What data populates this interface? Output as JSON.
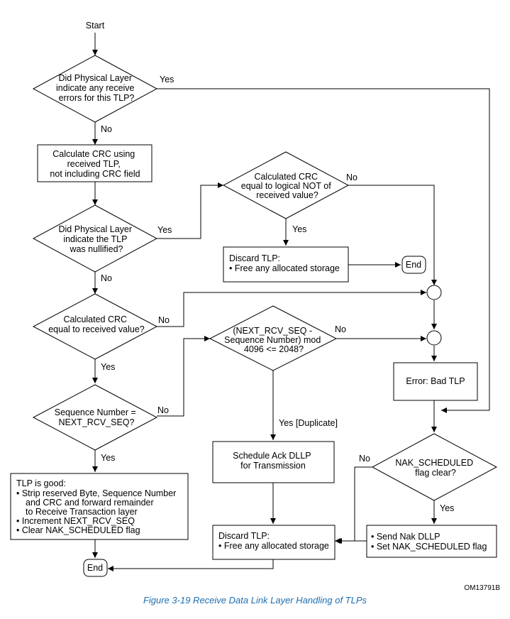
{
  "start_label": "Start",
  "d_phys_errors": [
    "Did Physical Layer",
    "indicate any receive",
    "errors for this TLP?"
  ],
  "calc_crc_box": [
    "Calculate CRC using",
    "received TLP,",
    "not including CRC field"
  ],
  "d_nullified": [
    "Did Physical Layer",
    "indicate the TLP",
    "was nullified?"
  ],
  "d_crc_not": [
    "Calculated CRC",
    "equal to logical NOT of",
    "received value?"
  ],
  "discard_box_top": [
    "Discard TLP:",
    "• Free any allocated storage"
  ],
  "end_label": "End",
  "d_crc_equal": [
    "Calculated CRC",
    "equal to received value?"
  ],
  "d_seq_mod": [
    "(NEXT_RCV_SEQ -",
    "Sequence Number) mod",
    "4096 <= 2048?"
  ],
  "error_box": "Error: Bad TLP",
  "d_seq_equal": [
    "Sequence Number =",
    "NEXT_RCV_SEQ?"
  ],
  "schedule_ack_box": [
    "Schedule Ack DLLP",
    "for Transmission"
  ],
  "d_nak_clear": [
    "NAK_SCHEDULED",
    "flag clear?"
  ],
  "tlp_good_box": [
    "TLP is good:",
    "• Strip reserved Byte, Sequence Number",
    "and CRC and forward remainder",
    "to Receive Transaction layer",
    "• Increment NEXT_RCV_SEQ",
    "• Clear NAK_SCHEDULED flag"
  ],
  "discard_box_bottom": [
    "Discard TLP:",
    "• Free any allocated storage"
  ],
  "send_nak_box": [
    "• Send Nak DLLP",
    "• Set NAK_SCHEDULED flag"
  ],
  "end_label_bottom": "End",
  "edges": {
    "yes": "Yes",
    "no": "No",
    "yes_duplicate": "Yes [Duplicate]"
  },
  "figure_id": "OM13791B",
  "caption": "Figure 3-19 Receive Data Link Layer Handling of TLPs"
}
